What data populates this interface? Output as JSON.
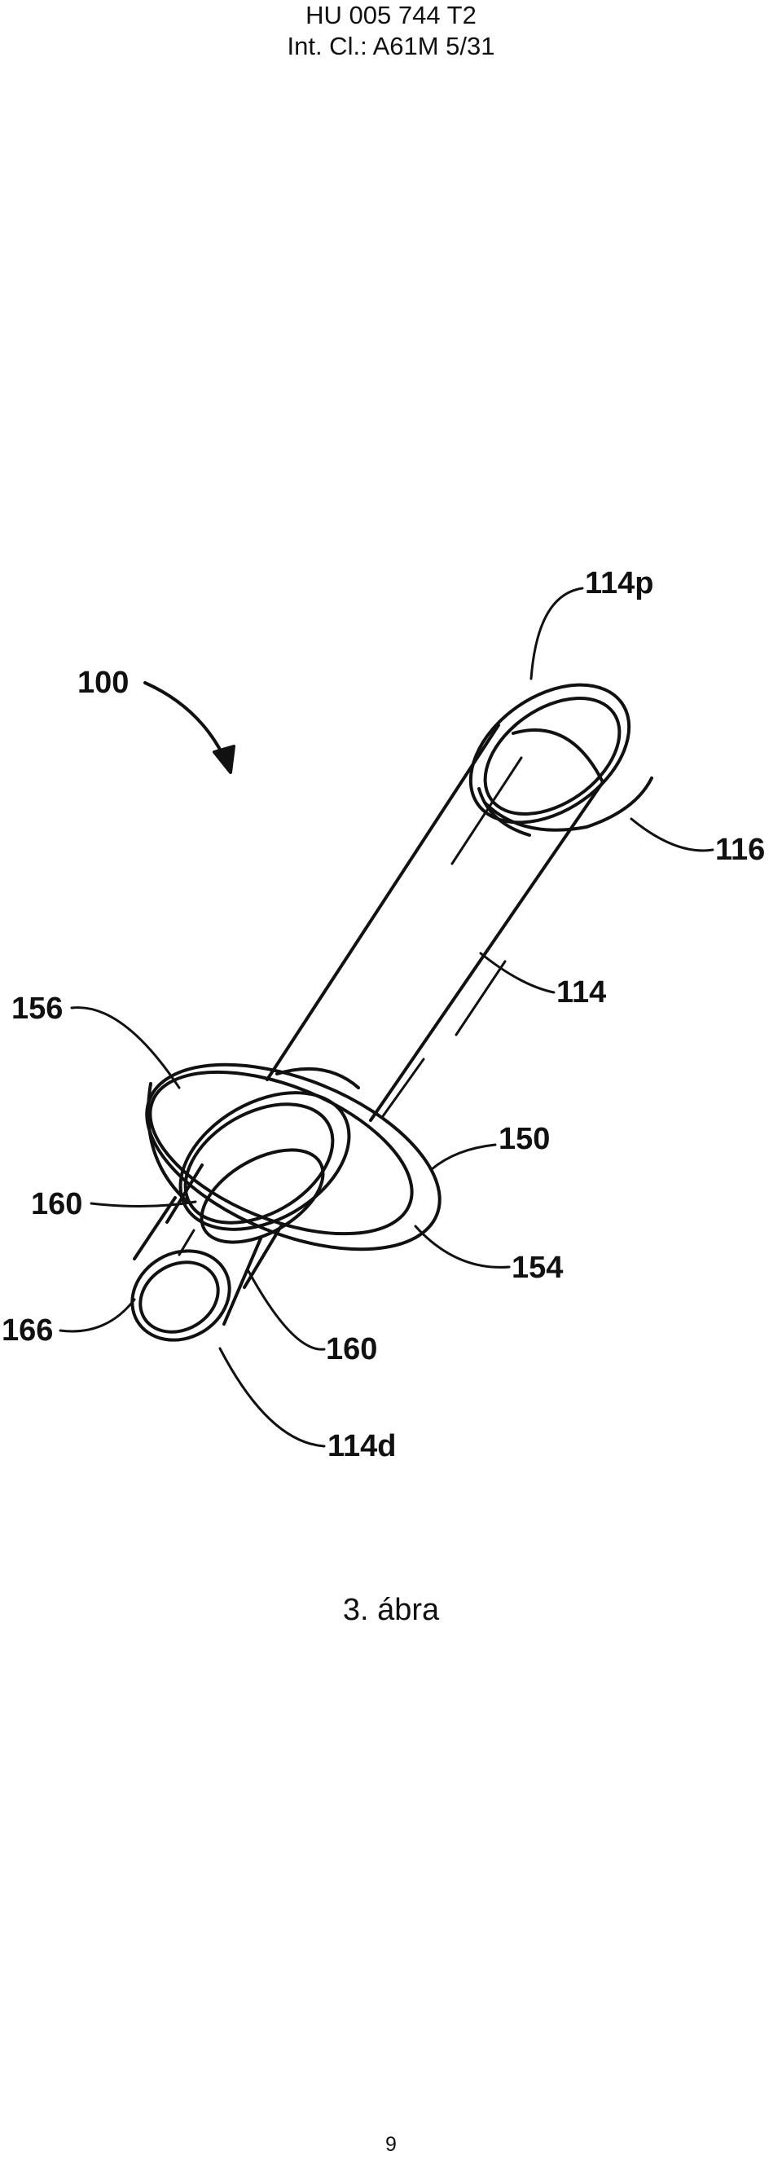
{
  "header": {
    "publication_number": "HU 005 744 T2",
    "classification": "Int. Cl.: A61M 5/31"
  },
  "figure": {
    "caption": "3. ábra",
    "labels": {
      "assembly": "100",
      "proximal_end": "114p",
      "flange": "116",
      "body": "114",
      "ring_edge": "156",
      "collar": "150",
      "collar_face": "154",
      "tip_shoulder": "160",
      "tip_shoulder_lower": "160",
      "outlet": "166",
      "distal_end": "114d"
    }
  },
  "footer": {
    "page_number": "9"
  }
}
